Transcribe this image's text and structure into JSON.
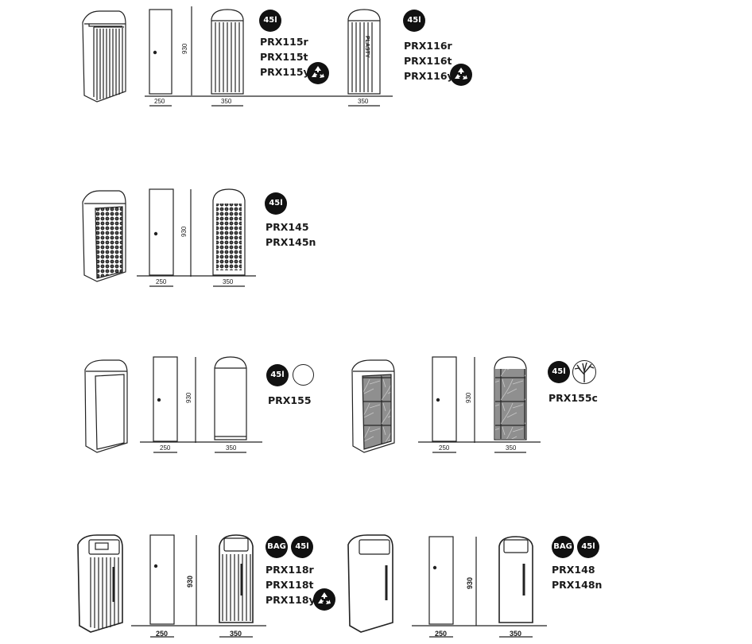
{
  "dimensions": {
    "width_mm": "250",
    "depth_mm": "350",
    "height_mm": "930"
  },
  "products": [
    {
      "id": "prx115",
      "capacity": "45l",
      "codes": [
        "PRX115r",
        "PRX115t",
        "PRX115y"
      ],
      "icon": "recycle-icon"
    },
    {
      "id": "prx116",
      "capacity": "45l",
      "codes": [
        "PRX116r",
        "PRX116t",
        "PRX116y"
      ],
      "icon": "recycle-icon",
      "panel_label": "PLASTY"
    },
    {
      "id": "prx145",
      "capacity": "45l",
      "codes": [
        "PRX145",
        "PRX145n"
      ]
    },
    {
      "id": "prx155",
      "capacity": "45l",
      "codes": [
        "PRX155"
      ],
      "icon": "blank-circle-icon"
    },
    {
      "id": "prx155c",
      "capacity": "45l",
      "codes": [
        "PRX155c"
      ],
      "icon": "tree-icon"
    },
    {
      "id": "prx118",
      "bag": "BAG",
      "capacity": "45l",
      "codes": [
        "PRX118r",
        "PRX118t",
        "PRX118y"
      ],
      "icon": "recycle-icon"
    },
    {
      "id": "prx148",
      "bag": "BAG",
      "capacity": "45l",
      "codes": [
        "PRX148",
        "PRX148n"
      ]
    }
  ],
  "colors": {
    "line": "#222222",
    "badge": "#111111",
    "panel_gray": "#9a9a9a"
  }
}
